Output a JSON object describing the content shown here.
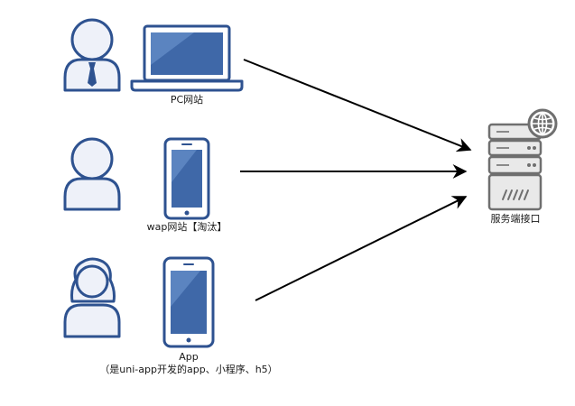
{
  "nodes": {
    "pc": {
      "label": "PC网站"
    },
    "wap": {
      "label": "wap网站【淘汰】"
    },
    "app": {
      "label": "App",
      "sublabel": "（是uni-app开发的app、小程序、h5）"
    },
    "server": {
      "label": "服务端接口"
    }
  },
  "colors": {
    "person_fill": "#eef1f9",
    "person_stroke": "#2e5290",
    "screen_blue": "#3f68a8",
    "screen_light": "#5b84c0",
    "server_fill": "#e9e9e9",
    "server_stroke": "#6f6f6f",
    "arrow": "#000000"
  }
}
